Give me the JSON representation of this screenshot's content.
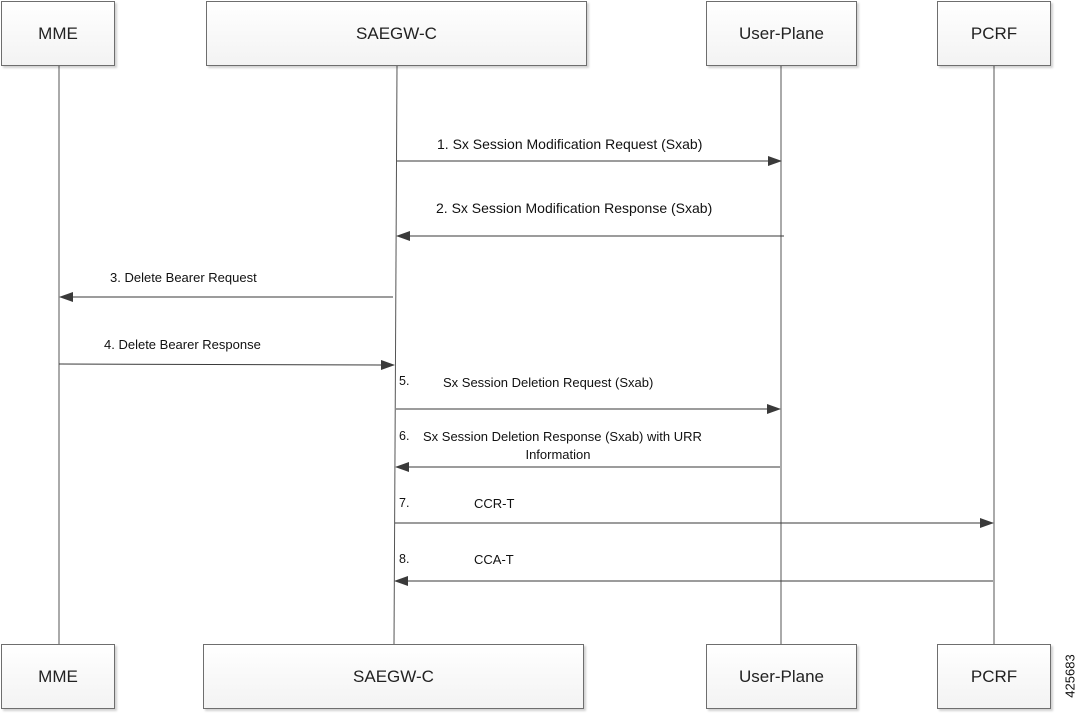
{
  "participants": {
    "mme": "MME",
    "saegw": "SAEGW-C",
    "userplane": "User-Plane",
    "pcrf": "PCRF"
  },
  "messages": [
    {
      "text": "1. Sx Session Modification Request (Sxab)"
    },
    {
      "text": "2. Sx Session Modification Response (Sxab)"
    },
    {
      "text": "3.  Delete Bearer Request"
    },
    {
      "text": "4. Delete Bearer Response"
    },
    {
      "num": "5.",
      "text": "Sx Session Deletion Request (Sxab)"
    },
    {
      "num": "6.",
      "text": "Sx Session Deletion Response (Sxab) with URR",
      "text2": "Information"
    },
    {
      "num": "7.",
      "text": "CCR-T"
    },
    {
      "num": "8.",
      "text": "CCA-T"
    }
  ],
  "figure_id": "425683"
}
